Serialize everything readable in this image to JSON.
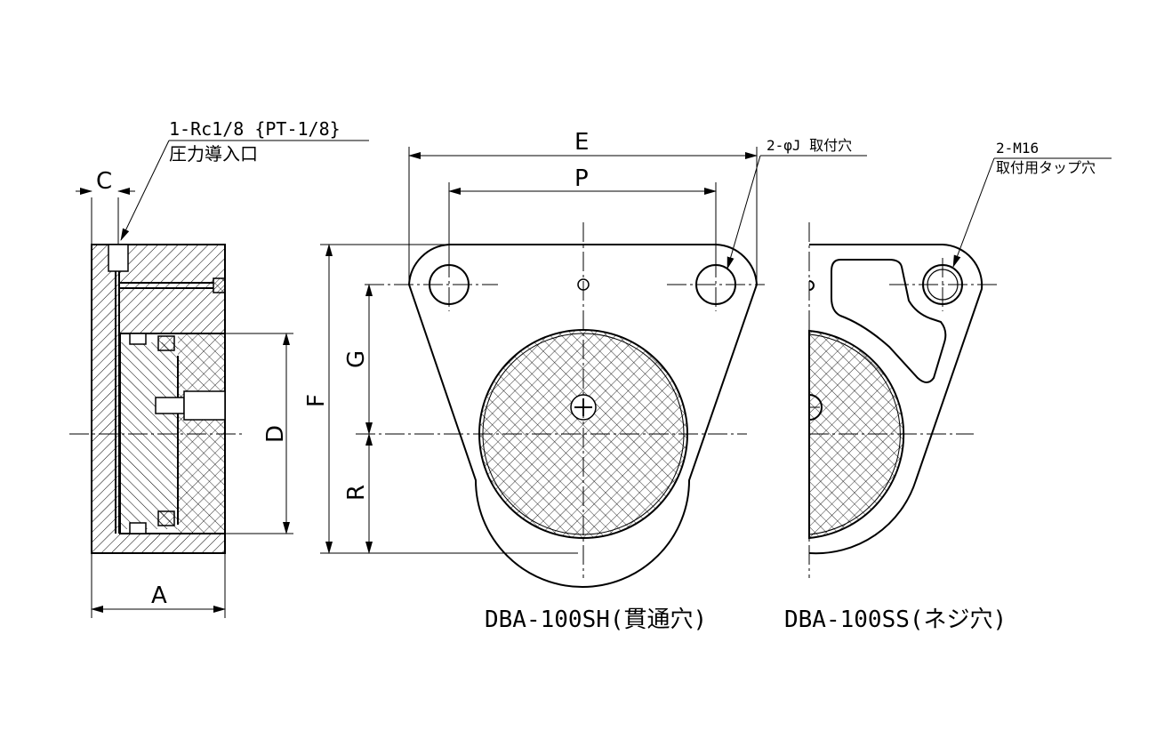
{
  "side_view": {
    "port_callout_line1": "1-Rc1/8 {PT-1/8}",
    "port_callout_line2": "圧力導入口",
    "dim_c": "C",
    "dim_a": "A",
    "dim_d": "D"
  },
  "front_view_sh": {
    "dim_e": "E",
    "dim_p": "P",
    "dim_f": "F",
    "dim_g": "G",
    "dim_r": "R",
    "hole_callout": "2-φJ 取付穴",
    "caption": "DBA-100SH(貫通穴)"
  },
  "front_view_ss": {
    "tap_callout_line1": "2-M16",
    "tap_callout_line2": "取付用タップ穴",
    "caption": "DBA-100SS(ネジ穴)"
  }
}
